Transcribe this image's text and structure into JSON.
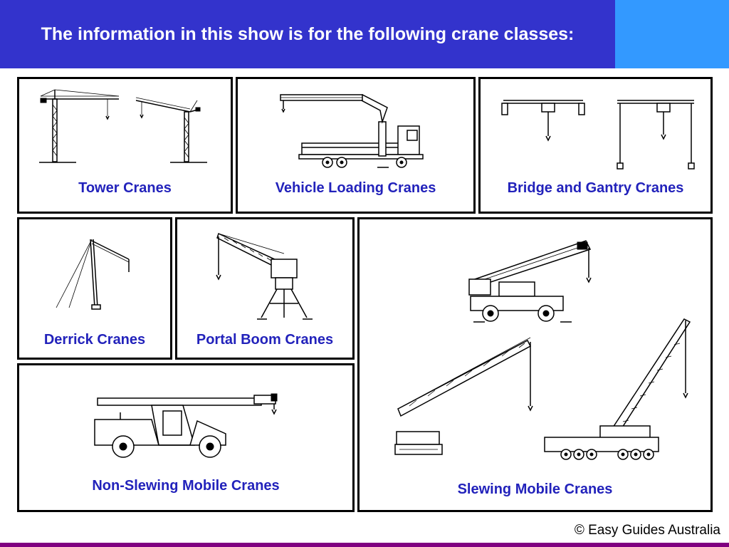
{
  "header": {
    "title": "The information in this show is for the following crane classes:"
  },
  "panels": {
    "tower": {
      "label": "Tower Cranes"
    },
    "vehicle_loading": {
      "label": "Vehicle Loading Cranes"
    },
    "bridge_gantry": {
      "label": "Bridge and Gantry Cranes"
    },
    "derrick": {
      "label": "Derrick Cranes"
    },
    "portal_boom": {
      "label": "Portal Boom Cranes"
    },
    "non_slewing": {
      "label": "Non-Slewing Mobile Cranes"
    },
    "slewing": {
      "label": "Slewing Mobile Cranes"
    }
  },
  "footer": {
    "copyright": "© Easy Guides Australia"
  },
  "colors": {
    "header_bg": "#3333cc",
    "header_accent": "#3399ff",
    "caption_text": "#2222bb",
    "footer_line": "#800080"
  }
}
